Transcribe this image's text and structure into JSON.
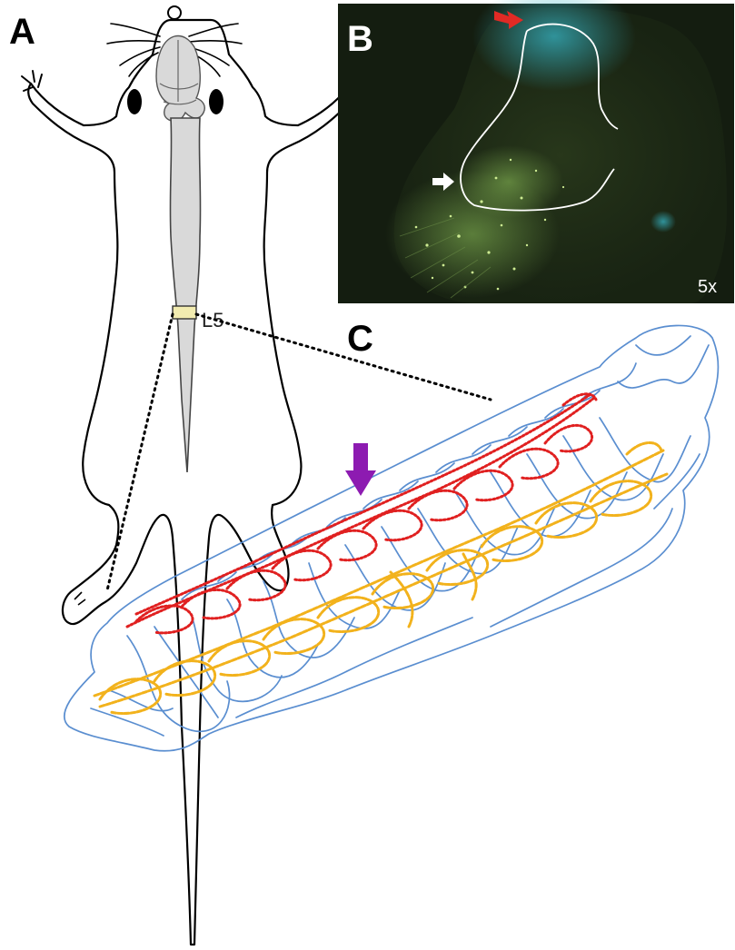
{
  "panels": {
    "a": {
      "letter": "A"
    },
    "b": {
      "letter": "B",
      "magnification": "5x"
    },
    "c": {
      "letter": "C"
    }
  },
  "level_label": "L5",
  "colors": {
    "outline": "#000000",
    "cord_fill": "#d9d9d9",
    "segment_box": "#f2ecb0",
    "micrograph_bg": "#141d10",
    "cyan_stain": "#37b6c6",
    "green_stain": "#b7e27a",
    "red_arrow": "#e12a25",
    "white_arrow": "#ffffff",
    "purple_arrow": "#8d1bb1",
    "vessel_blue": "#5a8ed0",
    "dorsal_red": "#e02020",
    "ventral_orange": "#f2b21c"
  }
}
